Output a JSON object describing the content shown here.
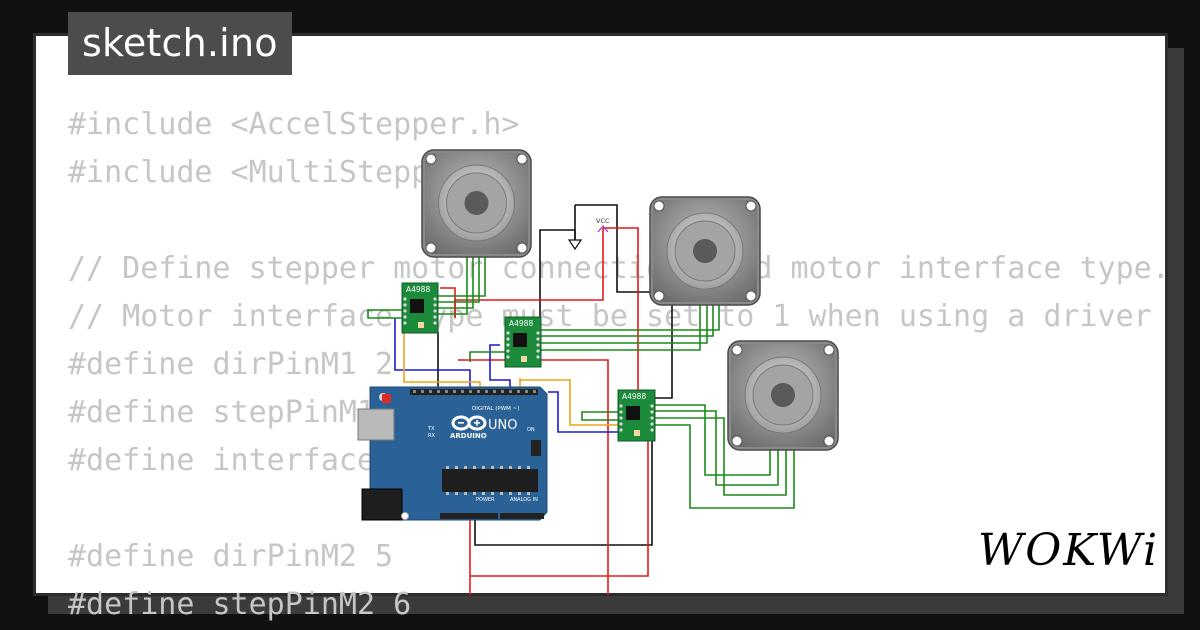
{
  "tab": {
    "filename": "sketch.ino"
  },
  "code_lines": [
    "#include <AccelStepper.h>",
    "#include <MultiStepper.h>",
    "",
    "// Define stepper motor connections and motor interface type.",
    "// Motor interface type must be set to 1 when using a driver",
    "#define dirPinM1 2",
    "#define stepPinM1 3",
    "#define interfaceType 1",
    "",
    "#define dirPinM2 5",
    "#define stepPinM2 6"
  ],
  "circuit": {
    "drivers": [
      {
        "label": "A4988"
      },
      {
        "label": "A4988"
      },
      {
        "label": "A4988"
      }
    ],
    "power": {
      "vcc_label": "VCC"
    },
    "arduino": {
      "model": "UNO",
      "brand": "ARDUINO",
      "digital_label": "DIGITAL (PWM ~)",
      "power_label": "POWER",
      "analog_label": "ANALOG IN",
      "tx_label": "TX",
      "rx_label": "RX",
      "on_label": "ON"
    },
    "colors": {
      "board": "#2a6196",
      "driver": "#1b8a3a",
      "wire_green": "#1a8a1a",
      "wire_red": "#e01b1b",
      "wire_black": "#111111",
      "wire_blue": "#1a1ad4",
      "wire_orange": "#f2a21b"
    }
  },
  "logo": {
    "text": "WOKWi"
  }
}
